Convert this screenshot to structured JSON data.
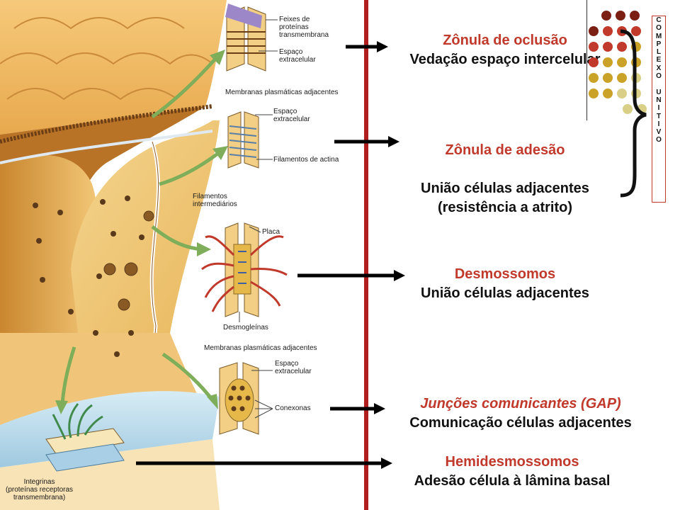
{
  "illustration_labels": {
    "feixes": "Feixes de\nproteínas\ntransmembrana",
    "espaco1": "Espaço\nextracelular",
    "membranas1": "Membranas plasmáticas adjacentes",
    "espaco2": "Espaço\nextracelular",
    "filamentos_actina": "Filamentos de actina",
    "filamentos_inter": "Filamentos\nintermediários",
    "placa": "Placa",
    "desmogleinas": "Desmogleínas",
    "membranas2": "Membranas plasmáticas adjacentes",
    "espaco3": "Espaço\nextracelular",
    "conexonas": "Conexonas",
    "integrinas": "Integrinas\n(proteínas receptoras\ntransmembrana)"
  },
  "junctions": [
    {
      "heading": "Zônula de oclusão",
      "description": "Vedação espaço intercelular"
    },
    {
      "heading": "Zônula de adesão",
      "description": "União células adjacentes\n(resistência a atrito)"
    },
    {
      "heading": "Desmossomos",
      "description": "União células adjacentes"
    },
    {
      "heading": "Junções comunicantes (GAP)",
      "description": "Comunicação células adjacentes"
    },
    {
      "heading": "Hemidesmossomos",
      "description": "Adesão célula à lâmina basal"
    }
  ],
  "complex_label": "COMPLEXO UNITIVO",
  "colors": {
    "heading": "#c0392b",
    "divider": "#b01e1e",
    "dot_dark": "#7a1f12",
    "dot_red": "#c0392b",
    "dot_gold": "#c9a227",
    "dot_light": "#d9cf86"
  }
}
